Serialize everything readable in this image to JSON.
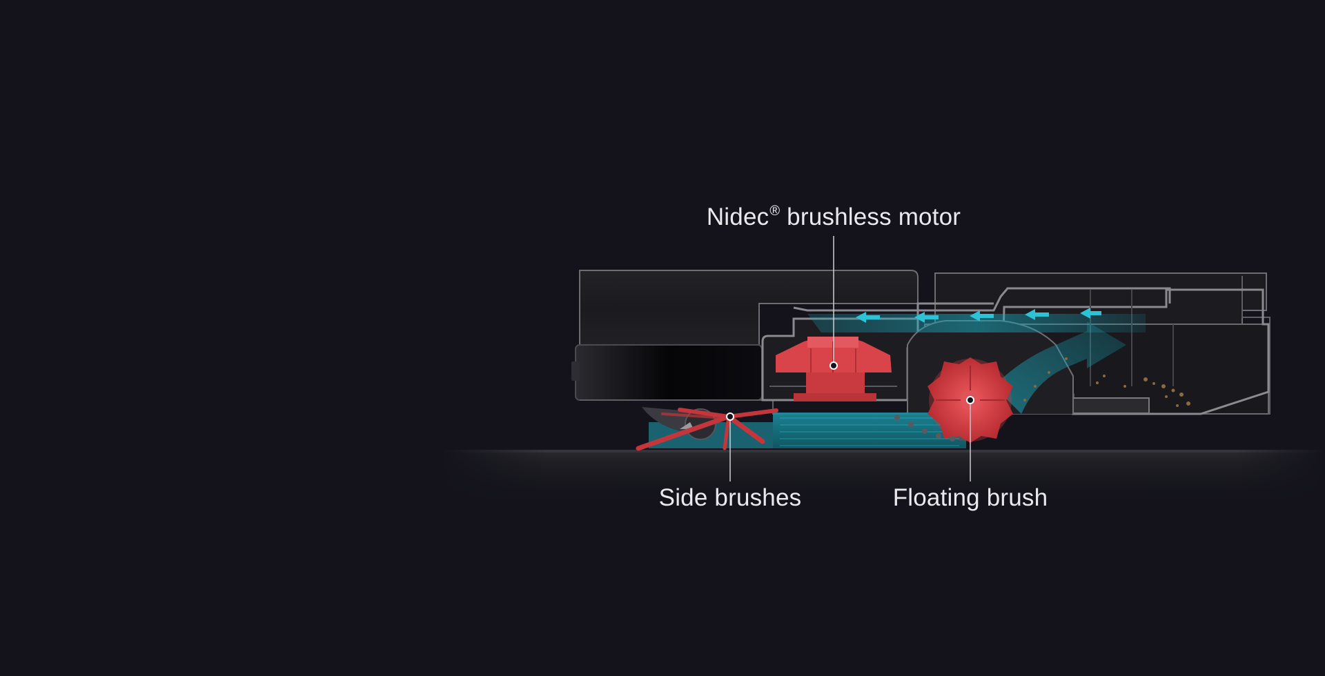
{
  "callouts": {
    "motor": {
      "name": "Nidec",
      "mark": "®",
      "rest": " brushless motor"
    },
    "side_brushes": "Side brushes",
    "floating_brush": "Floating brush"
  },
  "colors": {
    "background": "#14131c",
    "shell": "#1c1c21",
    "outline": "#7a7a80",
    "airflow": "#1aa3b5",
    "motor": "#d9444a",
    "brush": "#d63a3f",
    "text": "#e9e9ee"
  }
}
